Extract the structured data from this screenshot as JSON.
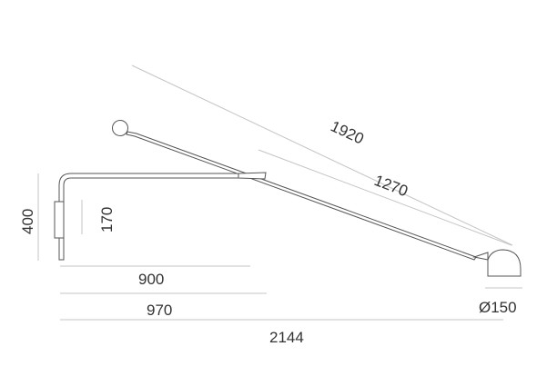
{
  "dimensions": {
    "arm_total_length": "1920",
    "arm_front_length": "1270",
    "height_total": "400",
    "mount_height": "170",
    "wall_arm_reach": "900",
    "reach_with_joint": "970",
    "total_reach": "2144",
    "shade_diameter": "Ø150"
  },
  "colors": {
    "line": "#555555",
    "dimension_line": "#c4c4c4",
    "text": "#333333"
  }
}
